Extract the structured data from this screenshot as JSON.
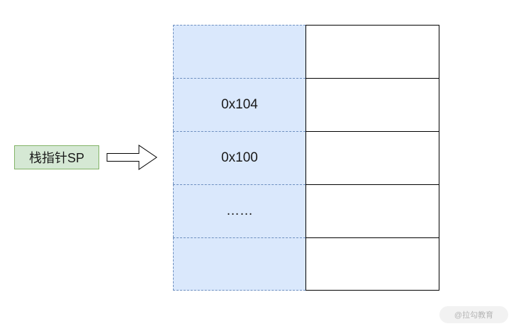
{
  "stack": {
    "rows": [
      {
        "address": ""
      },
      {
        "address": "0x104"
      },
      {
        "address": "0x100"
      },
      {
        "address": "……"
      },
      {
        "address": ""
      }
    ]
  },
  "pointer": {
    "label": "栈指针SP",
    "points_to_row": 2
  },
  "watermark": "@拉勾教育",
  "colors": {
    "address_fill": "#dae8fc",
    "address_border": "#6c8ebf",
    "label_fill": "#d5e8d4",
    "label_border": "#82b366"
  }
}
